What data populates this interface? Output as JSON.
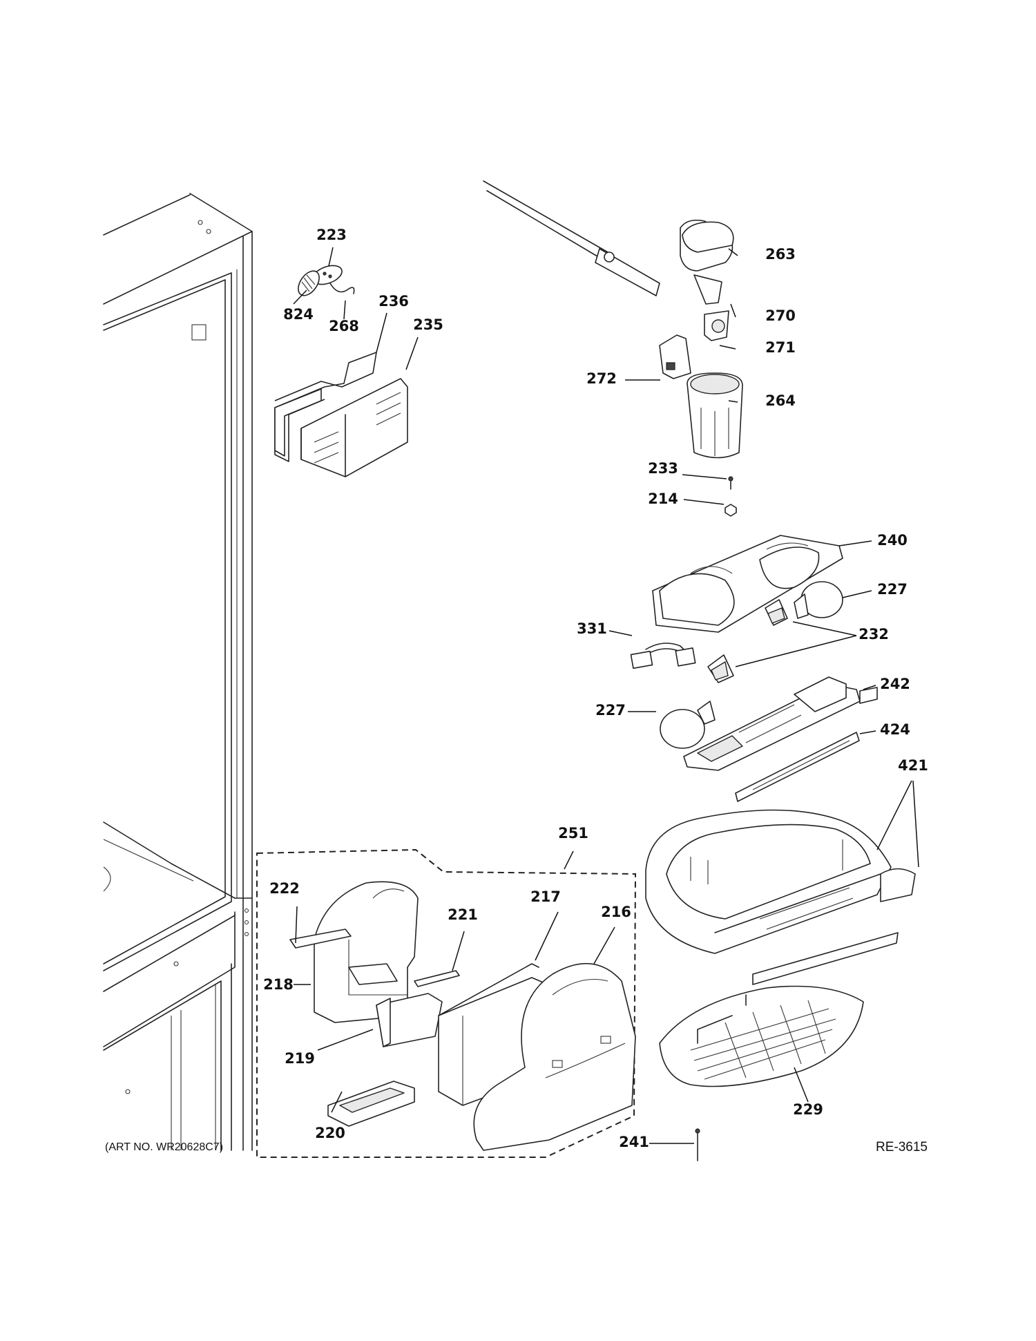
{
  "diagram": {
    "part_numbers": [
      {
        "id": "223",
        "text": "223"
      },
      {
        "id": "824",
        "text": "824"
      },
      {
        "id": "268",
        "text": "268"
      },
      {
        "id": "236",
        "text": "236"
      },
      {
        "id": "235",
        "text": "235"
      },
      {
        "id": "263",
        "text": "263"
      },
      {
        "id": "270",
        "text": "270"
      },
      {
        "id": "271",
        "text": "271"
      },
      {
        "id": "272",
        "text": "272"
      },
      {
        "id": "264",
        "text": "264"
      },
      {
        "id": "233",
        "text": "233"
      },
      {
        "id": "214",
        "text": "214"
      },
      {
        "id": "240",
        "text": "240"
      },
      {
        "id": "227a",
        "text": "227"
      },
      {
        "id": "331",
        "text": "331"
      },
      {
        "id": "232",
        "text": "232"
      },
      {
        "id": "242",
        "text": "242"
      },
      {
        "id": "227b",
        "text": "227"
      },
      {
        "id": "424",
        "text": "424"
      },
      {
        "id": "421",
        "text": "421"
      },
      {
        "id": "251",
        "text": "251"
      },
      {
        "id": "222",
        "text": "222"
      },
      {
        "id": "221",
        "text": "221"
      },
      {
        "id": "217",
        "text": "217"
      },
      {
        "id": "216",
        "text": "216"
      },
      {
        "id": "218",
        "text": "218"
      },
      {
        "id": "219",
        "text": "219"
      },
      {
        "id": "220",
        "text": "220"
      },
      {
        "id": "229",
        "text": "229"
      },
      {
        "id": "241",
        "text": "241"
      }
    ],
    "art_number": "(ART NO. WR20628C7)",
    "reference_code": "RE-3615"
  }
}
